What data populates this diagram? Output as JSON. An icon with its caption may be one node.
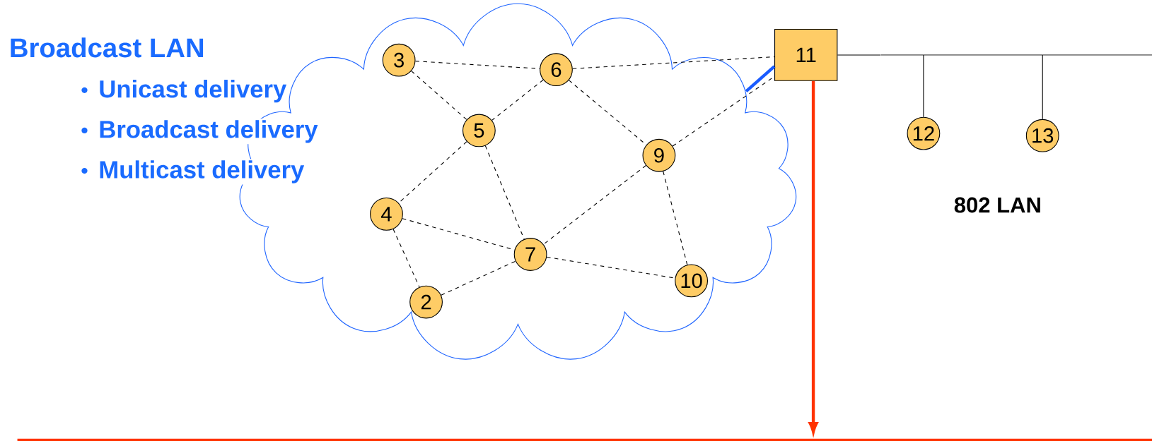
{
  "diagram": {
    "title": "Broadcast LAN",
    "nodes": [
      {
        "text": [],
        "shape": "cloud"
      },
      {
        "text": [
          "3"
        ],
        "in": 0
      },
      {
        "text": [
          "6"
        ],
        "in": 0
      },
      {
        "text": [
          "5"
        ],
        "in": 0
      },
      {
        "text": [
          "9"
        ],
        "in": 0
      },
      {
        "text": [
          "4"
        ],
        "in": 0
      },
      {
        "text": [
          "7"
        ],
        "in": 0
      },
      {
        "text": [
          "10"
        ],
        "in": 0
      },
      {
        "text": [
          "2"
        ],
        "in": 0
      },
      {
        "text": [
          "11"
        ]
      },
      {
        "text": [],
        "shape": "bar"
      },
      {
        "text": [
          "12"
        ]
      },
      {
        "text": [
          "13"
        ]
      },
      {
        "text": [],
        "shape": "bar"
      }
    ],
    "edges": [
      {
        "from": 1,
        "to": 2,
        "arrow": "none",
        "style": "dashed"
      },
      {
        "from": 1,
        "to": 3,
        "arrow": "none",
        "style": "dashed"
      },
      {
        "from": 2,
        "to": 3,
        "arrow": "none",
        "style": "dashed"
      },
      {
        "from": 2,
        "to": 9,
        "arrow": "none",
        "style": "dashed"
      },
      {
        "from": 2,
        "to": 4,
        "arrow": "none",
        "style": "dashed"
      },
      {
        "from": 3,
        "to": 5,
        "arrow": "none",
        "style": "dashed"
      },
      {
        "from": 3,
        "to": 6,
        "arrow": "none",
        "style": "dashed"
      },
      {
        "from": 4,
        "to": 9,
        "arrow": "none",
        "style": "dashed"
      },
      {
        "from": 4,
        "to": 6,
        "arrow": "none",
        "style": "dashed"
      },
      {
        "from": 4,
        "to": 7,
        "arrow": "none",
        "style": "dashed"
      },
      {
        "from": 5,
        "to": 6,
        "arrow": "none",
        "style": "dashed"
      },
      {
        "from": 5,
        "to": 8,
        "arrow": "none",
        "style": "dashed"
      },
      {
        "from": 8,
        "to": 6,
        "arrow": "none",
        "style": "dashed"
      },
      {
        "from": 6,
        "to": 7,
        "arrow": "none",
        "style": "dashed"
      },
      {
        "from": 0,
        "to": 9,
        "arrow": "none",
        "style": "thick",
        "color": "#1a5cff"
      },
      {
        "from": 9,
        "to": 10,
        "arrow": "none"
      },
      {
        "from": 11,
        "to": 10,
        "arrow": "none"
      },
      {
        "from": 12,
        "to": 10,
        "arrow": "none"
      },
      {
        "from": 9,
        "to": 13,
        "arrow": "to",
        "style": "thick",
        "color": "#ff3300"
      }
    ],
    "labels": [
      "Unicast delivery",
      "Broadcast delivery",
      "Multicast delivery",
      "802 LAN"
    ]
  }
}
